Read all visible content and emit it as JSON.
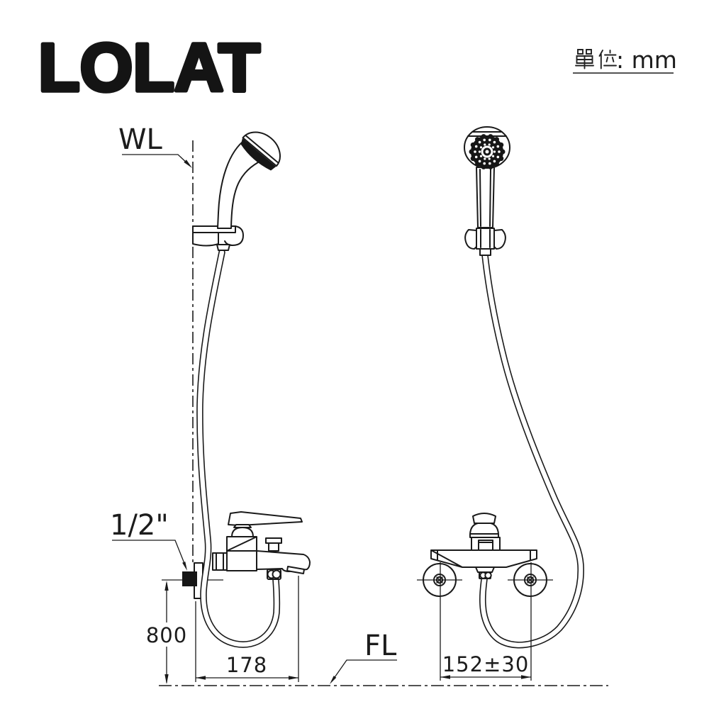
{
  "page": {
    "background": "#ffffff",
    "line_color": "#1a1a1a"
  },
  "brand": {
    "logo": "LOLAT"
  },
  "units_note": {
    "text": "單位: mm",
    "cjk_part": "單位",
    "latin_part": ": mm"
  },
  "side_view": {
    "wall_line_label": "WL",
    "floor_line_label": "FL",
    "connection_label": "1/2\"",
    "height_dim": "800",
    "depth_dim": "178"
  },
  "front_view": {
    "center_distance_dim": "152±30"
  }
}
